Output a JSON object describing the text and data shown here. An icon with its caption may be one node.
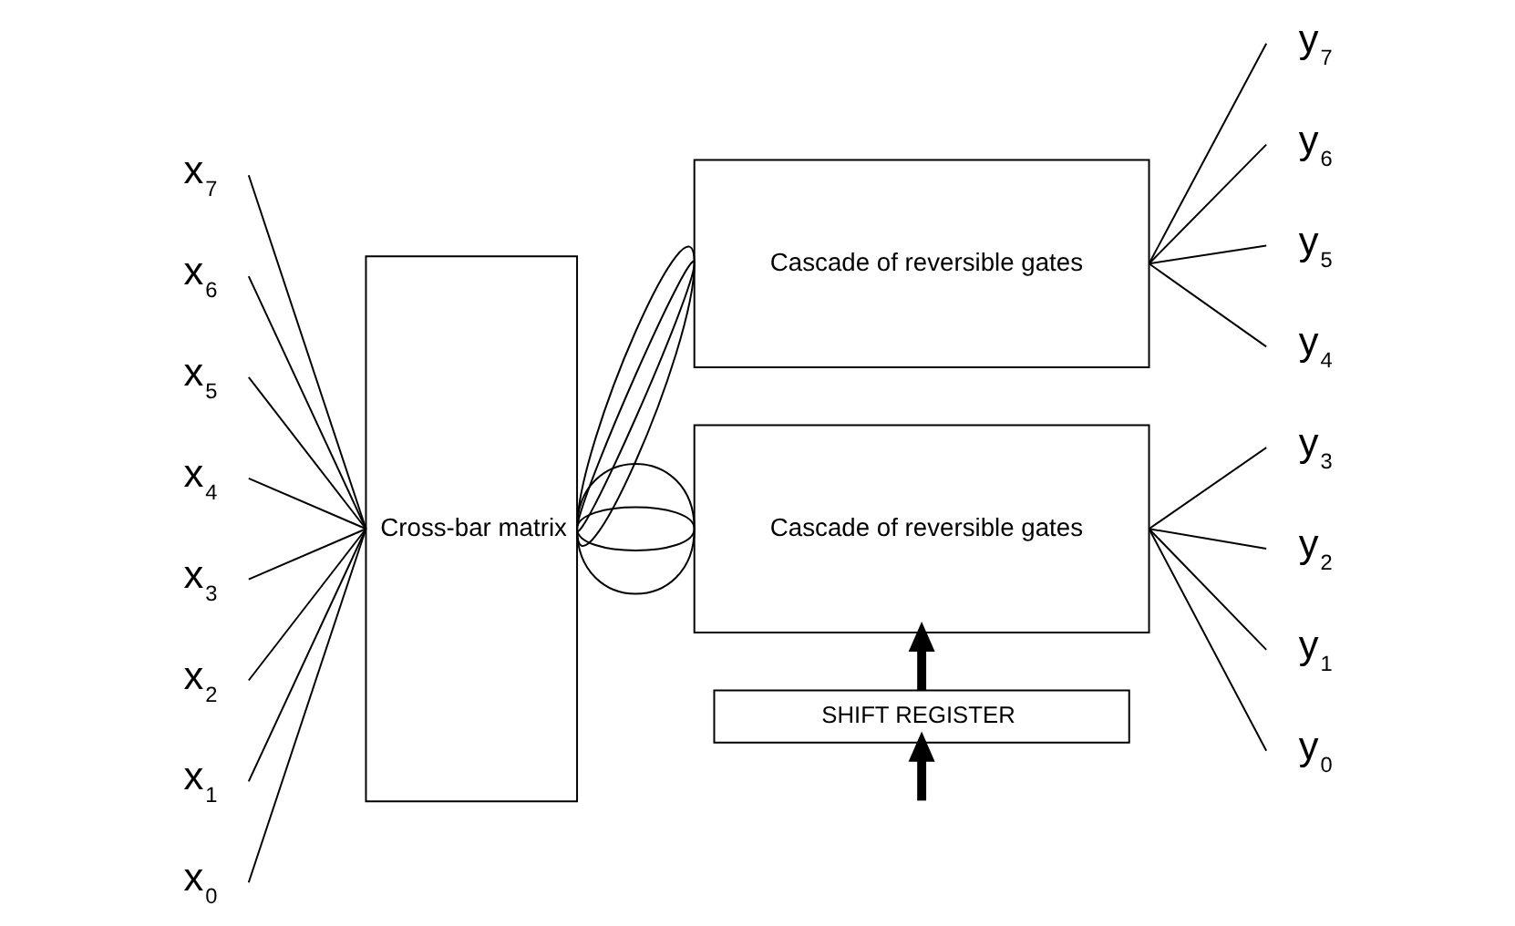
{
  "diagram": {
    "nodes": [
      {
        "text": [
          "x$_{7}$"
        ]
      },
      {
        "text": [
          "x$_{6}$"
        ]
      },
      {
        "text": [
          "x$_{5}$"
        ]
      },
      {
        "text": [
          "x$_{4}$"
        ]
      },
      {
        "text": [
          "x$_{3}$"
        ]
      },
      {
        "text": [
          "x$_{2}$"
        ]
      },
      {
        "text": [
          "x$_{1}$"
        ]
      },
      {
        "text": [
          "x$_{0}$"
        ]
      },
      {
        "text": [
          "Cross-bar matrix"
        ]
      },
      {
        "text": [
          "Cascade of reversible gates"
        ]
      },
      {
        "text": [
          "Cascade of reversible gates"
        ]
      },
      {
        "text": [
          "y$_{7}$"
        ]
      },
      {
        "text": [
          "y$_{6}$"
        ]
      },
      {
        "text": [
          "y$_{5}$"
        ]
      },
      {
        "text": [
          "y$_{4}$"
        ]
      },
      {
        "text": [
          "y$_{3}$"
        ]
      },
      {
        "text": [
          "y$_{2}$"
        ]
      },
      {
        "text": [
          "y$_{1}$"
        ]
      },
      {
        "text": [
          "y$_{0}$"
        ]
      },
      {
        "text": [
          "SHIFT REGISTER"
        ]
      }
    ],
    "edges": [
      {
        "from": 0,
        "to": 8,
        "arrow": "none"
      },
      {
        "from": 1,
        "to": 8,
        "arrow": "none"
      },
      {
        "from": 2,
        "to": 8,
        "arrow": "none"
      },
      {
        "from": 3,
        "to": 8,
        "arrow": "none"
      },
      {
        "from": 4,
        "to": 8,
        "arrow": "none"
      },
      {
        "from": 5,
        "to": 8,
        "arrow": "none"
      },
      {
        "from": 6,
        "to": 8,
        "arrow": "none"
      },
      {
        "from": 7,
        "to": 8,
        "arrow": "none"
      },
      {
        "from": 8,
        "to": 9,
        "arrow": "none"
      },
      {
        "from": 8,
        "to": 9,
        "arrow": "none"
      },
      {
        "from": 8,
        "to": 9,
        "arrow": "none"
      },
      {
        "from": 8,
        "to": 9,
        "arrow": "none"
      },
      {
        "from": 8,
        "to": 10,
        "arrow": "none"
      },
      {
        "from": 8,
        "to": 10,
        "arrow": "none"
      },
      {
        "from": 8,
        "to": 10,
        "arrow": "none"
      },
      {
        "from": 8,
        "to": 10,
        "arrow": "none"
      },
      {
        "from": 9,
        "to": 11,
        "arrow": "none"
      },
      {
        "from": 9,
        "to": 12,
        "arrow": "none"
      },
      {
        "from": 9,
        "to": 13,
        "arrow": "none"
      },
      {
        "from": 9,
        "to": 14,
        "arrow": "none"
      },
      {
        "from": 10,
        "to": 15,
        "arrow": "none"
      },
      {
        "from": 10,
        "to": 16,
        "arrow": "none"
      },
      {
        "from": 10,
        "to": 17,
        "arrow": "none"
      },
      {
        "from": 10,
        "to": 18,
        "arrow": "none"
      },
      {
        "from": 19,
        "to": 10,
        "arrow": "to",
        "style": "thick"
      },
      {
        "from": null,
        "to": 19,
        "arrow": "to",
        "style": "thick"
      }
    ]
  }
}
